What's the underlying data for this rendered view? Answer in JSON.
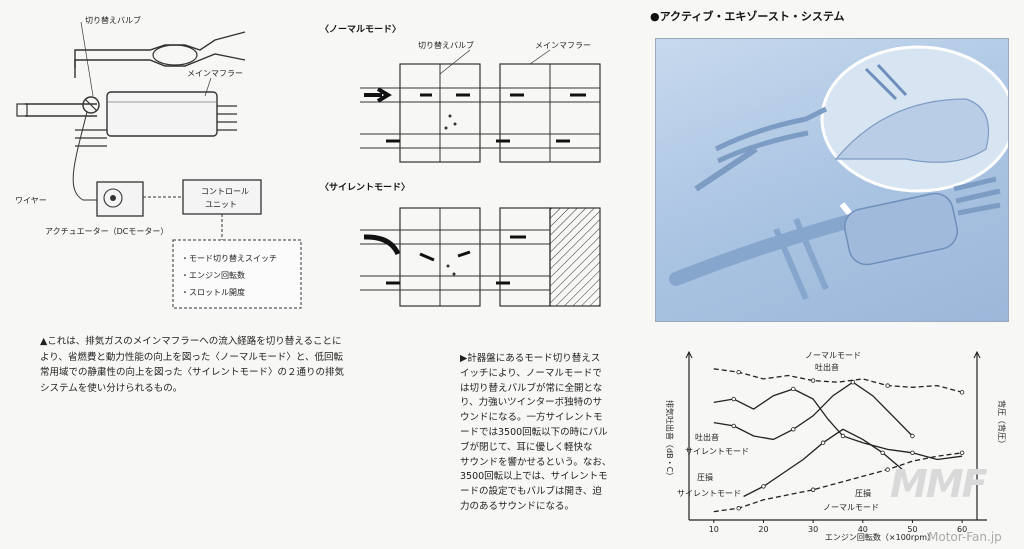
{
  "left_diagram": {
    "valve_label": "切り替えバルブ",
    "main_muffler_label": "メインマフラー",
    "wire_label": "ワイヤー",
    "control_unit_line1": "コントロール",
    "control_unit_line2": "ユニット",
    "actuator_label": "アクチュエーター（DCモーター）",
    "inputs": [
      "・モード切り替えスイッチ",
      "・エンジン回転数",
      "・スロットル開度"
    ]
  },
  "normal_mode": {
    "title": "〈ノーマルモード〉",
    "valve_label": "切り替えバルブ",
    "main_muffler_label": "メインマフラー"
  },
  "silent_mode": {
    "title": "〈サイレントモード〉"
  },
  "caption_left": [
    "▲これは、排気ガスのメインマフラーへの流入経路を切り替えることに",
    "より、省燃費と動力性能の向上を図った〈ノーマルモード〉と、低回転",
    "常用域での静粛性の向上を図った〈サイレントモード〉の２通りの排気",
    "システムを使い分けられるもの。"
  ],
  "caption_mid": [
    "▶計器盤にあるモード切り替えス",
    "イッチにより、ノーマルモードで",
    "は切り替えバルブが常に全開とな",
    "り、力強いツインターボ独特のサ",
    "ウンドになる。一方サイレントモ",
    "ードでは3500回転以下の時にバル",
    "ブが閉じて、耳に優しく軽快な",
    "サウンドを響かせるという。なお、",
    "3500回転以上では、サイレントモ",
    "ードの設定でもバルブは開き、迫",
    "力のあるサウンドになる。"
  ],
  "right_header": "●アクティブ・エキゾースト・システム",
  "photo_alt_icon": "exhaust-system-illustration",
  "chart_data": {
    "type": "line",
    "xlabel": "エンジン回転数（×100rpm）",
    "ylabel_left": "排気吐出音（dB・C）",
    "ylabel_right": "背圧（背圧）",
    "x_ticks": [
      10,
      20,
      30,
      40,
      50,
      60
    ],
    "xlim": [
      5,
      63
    ],
    "ylim": [
      0,
      100
    ],
    "annotations": {
      "normal_mode": "ノーマルモード",
      "exhaust_sound": "吐出音",
      "exhaust_sound_silent": "吐出音",
      "silent_mode": "サイレントモード",
      "pressure_loss": "圧損",
      "silent_mode_loss": "サイレントモード",
      "pressure_loss2": "圧損",
      "normal_mode_loss": "ノーマルモード"
    },
    "series": [
      {
        "style": "dashed",
        "x": [
          10,
          15,
          20,
          25,
          30,
          35,
          40,
          45,
          50,
          55,
          60
        ],
        "y": [
          90,
          88,
          84,
          86,
          83,
          82,
          84,
          80,
          79,
          80,
          76
        ]
      },
      {
        "style": "solid",
        "x": [
          10,
          14,
          18,
          22,
          26,
          30,
          33,
          36,
          40,
          45,
          50,
          55,
          60
        ],
        "y": [
          70,
          72,
          66,
          74,
          78,
          72,
          60,
          50,
          46,
          42,
          40,
          36,
          38
        ]
      },
      {
        "style": "solid",
        "x": [
          10,
          14,
          18,
          22,
          26,
          30,
          34,
          38,
          42,
          46,
          50
        ],
        "y": [
          58,
          56,
          50,
          48,
          54,
          62,
          74,
          82,
          74,
          62,
          50
        ]
      },
      {
        "style": "solid",
        "x": [
          16,
          20,
          24,
          28,
          32,
          36,
          40,
          44,
          48
        ],
        "y": [
          14,
          20,
          28,
          36,
          46,
          54,
          48,
          40,
          30
        ]
      },
      {
        "style": "dashed",
        "x": [
          10,
          15,
          20,
          25,
          30,
          35,
          40,
          45,
          50,
          55,
          60
        ],
        "y": [
          5,
          7,
          12,
          15,
          18,
          22,
          26,
          30,
          35,
          38,
          40
        ]
      }
    ]
  },
  "watermark": {
    "logo": "MMF",
    "site": "Motor-Fan.jp"
  }
}
